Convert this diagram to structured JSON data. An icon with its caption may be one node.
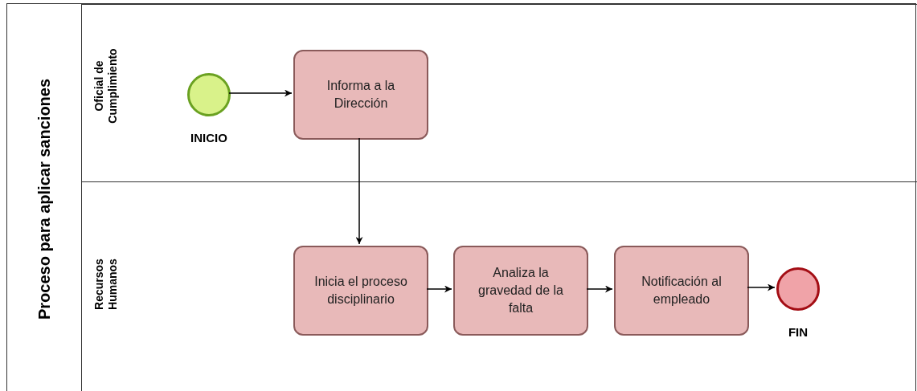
{
  "diagram": {
    "nodes": [
      {
        "text": [
          "Proceso para aplicar sanciones"
        ]
      },
      {
        "text": [
          "Oficial de Cumplimiento"
        ],
        "in": 0
      },
      {
        "text": [
          "Recursos Humanos"
        ],
        "in": 0
      },
      {
        "text": [],
        "shape": "circle",
        "beside": [
          "INICIO"
        ],
        "in": 1
      },
      {
        "text": [
          "Informa a la Dirección"
        ],
        "in": 1
      },
      {
        "text": [
          "Inicia el proceso disciplinario"
        ],
        "in": 2
      },
      {
        "text": [
          "Analiza la gravedad de la falta"
        ],
        "in": 2
      },
      {
        "text": [
          "Notificación al empleado"
        ],
        "in": 2
      },
      {
        "text": [],
        "shape": "circle",
        "beside": [
          "FIN"
        ],
        "in": 2
      }
    ],
    "edges": [
      {
        "from": 3,
        "to": 4,
        "arrow": "to"
      },
      {
        "from": 4,
        "to": 5,
        "arrow": "to"
      },
      {
        "from": 5,
        "to": 6,
        "arrow": "to"
      },
      {
        "from": 6,
        "to": 7,
        "arrow": "to"
      },
      {
        "from": 7,
        "to": 8,
        "arrow": "to"
      }
    ]
  }
}
